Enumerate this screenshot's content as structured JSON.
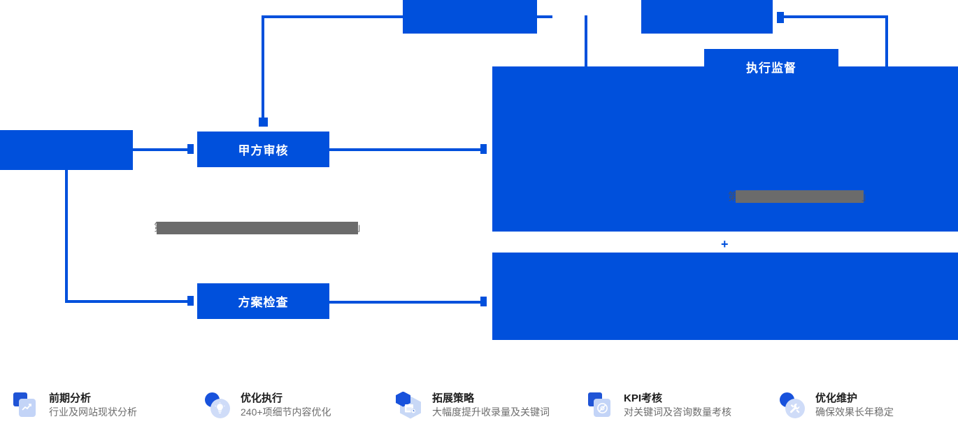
{
  "diagram": {
    "accent_color": "#0050dc",
    "redacted_color": "#6b6b6b",
    "boxes": [
      {
        "id": "top-left-partial",
        "label": ""
      },
      {
        "id": "top-right-partial",
        "label": ""
      },
      {
        "id": "left-partial",
        "label": ""
      },
      {
        "id": "party-a-review",
        "label": "甲方审核"
      },
      {
        "id": "plan-check",
        "label": "方案检查"
      },
      {
        "id": "execution-supervision",
        "label": "执行监督"
      },
      {
        "id": "right-main-panel",
        "label": ""
      },
      {
        "id": "right-lower-panel",
        "label": ""
      }
    ],
    "plus_mark": "+",
    "obscured_notes": [
      {
        "id": "note-center",
        "leading_glyph": "第",
        "trailing_glyph": "」"
      },
      {
        "id": "note-right",
        "leading_glyph": "第",
        "trailing_glyph": "」"
      }
    ]
  },
  "features": [
    {
      "icon": "chart-document-icon",
      "icon_shape": "square-stack",
      "title": "前期分析",
      "subtitle": "行业及网站现状分析"
    },
    {
      "icon": "lightbulb-icon",
      "icon_shape": "circle-stack",
      "title": "优化执行",
      "subtitle": "240+项细节内容优化"
    },
    {
      "icon": "calendar-clock-icon",
      "icon_shape": "hexagon-stack",
      "title": "拓展策略",
      "subtitle": "大幅度提升收录量及关键词"
    },
    {
      "icon": "target-dial-icon",
      "icon_shape": "square-stack",
      "title": "KPI考核",
      "subtitle": "对关键词及咨询数量考核"
    },
    {
      "icon": "wrench-screwdriver-icon",
      "icon_shape": "circle-stack",
      "title": "优化维护",
      "subtitle": "确保效果长年稳定"
    }
  ]
}
